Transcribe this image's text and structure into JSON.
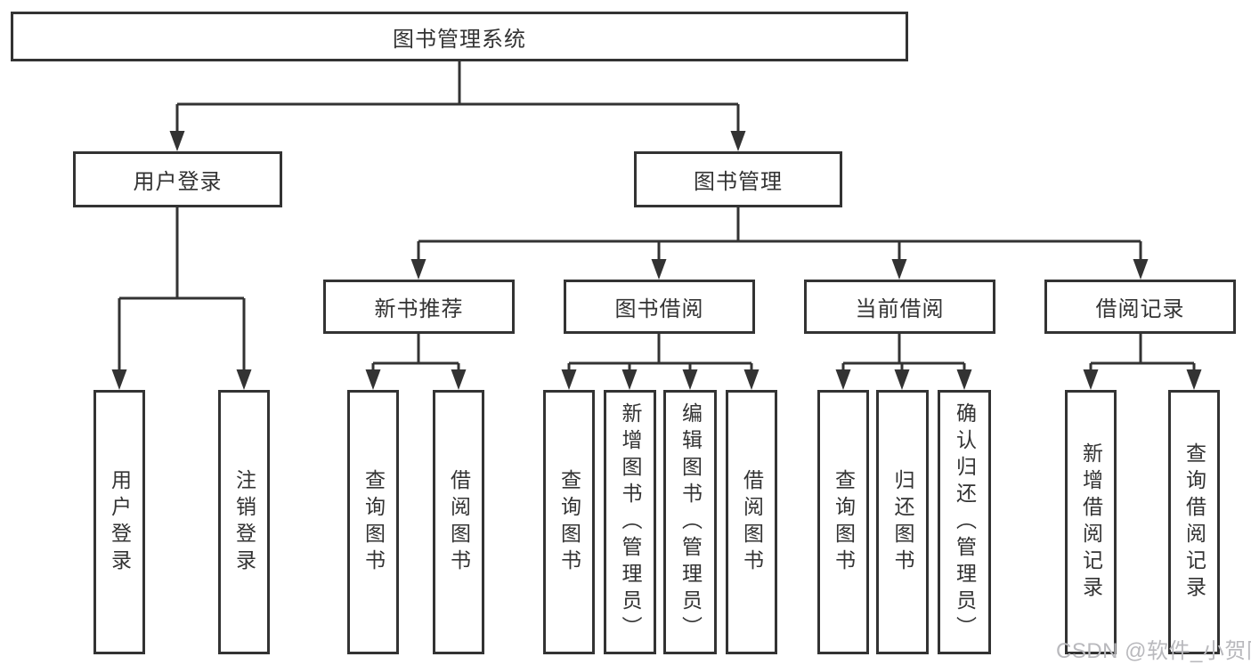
{
  "diagram_title": "图书管理系统",
  "tree": {
    "label": "图书管理系统",
    "children": [
      {
        "label": "用户登录",
        "children": [
          {
            "label": "用户登录"
          },
          {
            "label": "注销登录"
          }
        ]
      },
      {
        "label": "图书管理",
        "children": [
          {
            "label": "新书推荐",
            "children": [
              {
                "label": "查询图书"
              },
              {
                "label": "借阅图书"
              }
            ]
          },
          {
            "label": "图书借阅",
            "children": [
              {
                "label": "查询图书"
              },
              {
                "label": "新增图书（管理员）"
              },
              {
                "label": "编辑图书（管理员）"
              },
              {
                "label": "借阅图书"
              }
            ]
          },
          {
            "label": "当前借阅",
            "children": [
              {
                "label": "查询图书"
              },
              {
                "label": "归还图书"
              },
              {
                "label": "确认归还（管理员）"
              }
            ]
          },
          {
            "label": "借阅记录",
            "children": [
              {
                "label": "新增借阅记录"
              },
              {
                "label": "查询借阅记录"
              }
            ]
          }
        ]
      }
    ]
  },
  "watermark": "CSDN @软件_小贺同学",
  "colors": {
    "line": "#333333",
    "box_border": "#333333",
    "text": "#333333",
    "watermark": "#b9b9bd",
    "background": "#ffffff"
  }
}
